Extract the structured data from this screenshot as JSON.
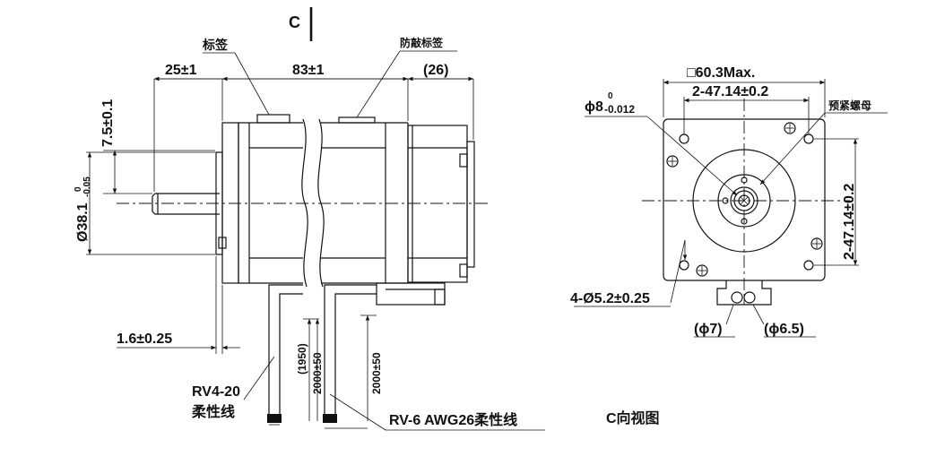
{
  "side_view": {
    "section_marker": "C",
    "label_tag": "标签",
    "anti_tamper_tag": "防敲标签",
    "dim_shaft_length": "25±1",
    "dim_body_length": "83±1",
    "dim_encoder_length": "(26)",
    "dim_key_height": "7.5±0.1",
    "dim_pilot_diameter": "Ø38.1",
    "dim_pilot_tol_upper": "0",
    "dim_pilot_tol_lower": "-0.05",
    "dim_flange_thickness": "1.6±0.25",
    "dim_cable_1950": "(1950)",
    "dim_cable_2000_a": "2000±50",
    "dim_cable_2000_b": "2000±50",
    "cable_rv4_line1": "RV4-20",
    "cable_rv4_line2": "柔性线",
    "cable_rv6": "RV-6 AWG26柔性线"
  },
  "front_view": {
    "dim_square_max": "□60.3Max.",
    "dim_hole_spacing_h": "2-47.14±0.2",
    "dim_hole_spacing_v": "2-47.14±0.2",
    "dim_shaft_diameter": "ϕ8",
    "dim_shaft_tol_upper": "0",
    "dim_shaft_tol_lower": "-0.012",
    "pre_tightened_nut": "预紧螺母",
    "dim_mount_holes": "4-Ø5.2±0.25",
    "dim_phi7": "(ϕ7)",
    "dim_phi65": "(ϕ6.5)",
    "view_title": "C向视图"
  }
}
